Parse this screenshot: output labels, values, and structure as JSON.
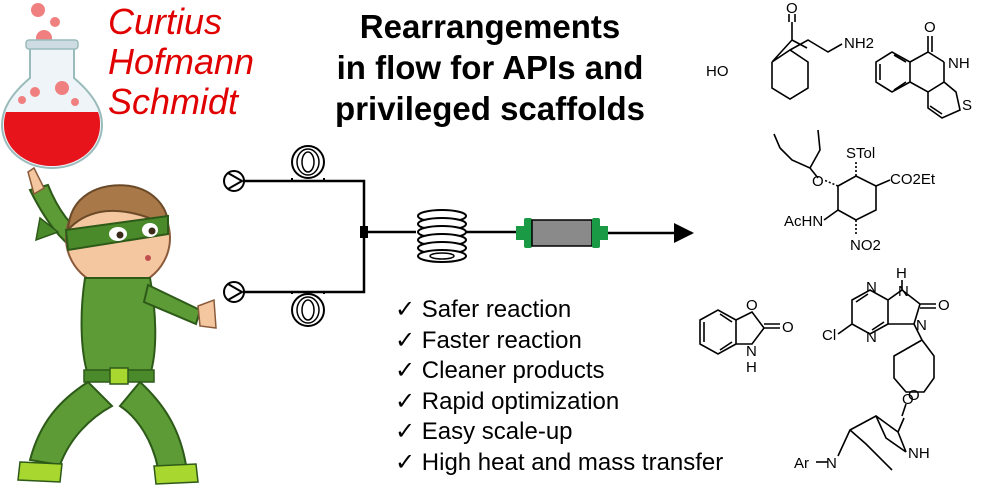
{
  "reactions": [
    "Curtius",
    "Hofmann",
    "Schmidt"
  ],
  "title_lines": [
    "Rearrangements",
    "in flow for APIs and",
    "privileged scaffolds"
  ],
  "benefits": [
    "Safer reaction",
    "Faster reaction",
    "Cleaner products",
    "Rapid optimization",
    "Easy scale-up",
    "High heat and mass transfer"
  ],
  "check_mark": "✓",
  "molecule_labels": {
    "gabapentin_ho": "HO",
    "gabapentin_o": "O",
    "gabapentin_nh2": "NH2",
    "thieno_o": "O",
    "thieno_nh": "NH",
    "thieno_s": "S",
    "oselt_stol": "STol",
    "oselt_o": "O",
    "oselt_co2et": "CO2Et",
    "oselt_achn": "AcHN",
    "oselt_no2": "NO2",
    "benzox_o_ring": "O",
    "benzox_o": "O",
    "benzox_n": "N",
    "benzox_h": "H",
    "purine_h": "H",
    "purine_n1": "N",
    "purine_n2": "N",
    "purine_n3": "N",
    "purine_n4": "N",
    "purine_o": "O",
    "purine_cl": "Cl",
    "purine_thp_o": "O",
    "bicyc_o": "O",
    "bicyc_nh": "NH",
    "bicyc_ar": "Ar",
    "bicyc_n": "N"
  },
  "colors": {
    "red_text": "#e00000",
    "flask_liquid": "#e8141c",
    "hero_suit": "#5c9b35",
    "reactor_green": "#1a9a45",
    "reactor_gray": "#8a8a8a"
  }
}
